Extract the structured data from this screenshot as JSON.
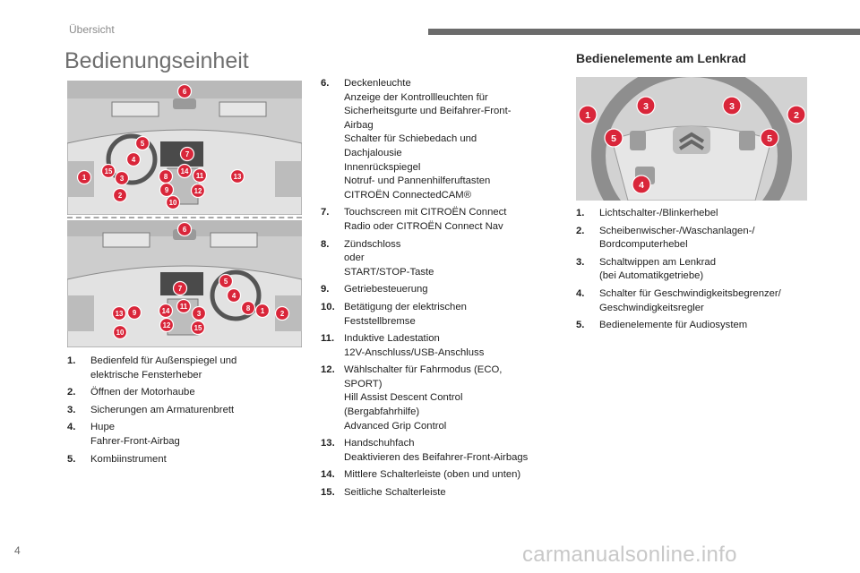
{
  "header": {
    "section": "Übersicht"
  },
  "page": {
    "title": "Bedienungseinheit",
    "number": "4"
  },
  "illustrations": {
    "lhd_badges": [
      "6",
      "5",
      "7",
      "4",
      "15",
      "8",
      "14",
      "11",
      "1",
      "3",
      "9",
      "12",
      "13",
      "2",
      "10"
    ],
    "rhd_badges": [
      "6",
      "5",
      "7",
      "4",
      "8",
      "14",
      "11",
      "3",
      "13",
      "9",
      "12",
      "15",
      "1",
      "2",
      "10"
    ],
    "wheel_badges": [
      "1",
      "3",
      "3",
      "2",
      "5",
      "5",
      "4"
    ]
  },
  "list_a": [
    {
      "num": "1.",
      "text": "Bedienfeld für Außenspiegel und\nelektrische Fensterheber"
    },
    {
      "num": "2.",
      "text": "Öffnen der Motorhaube"
    },
    {
      "num": "3.",
      "text": "Sicherungen am Armaturenbrett"
    },
    {
      "num": "4.",
      "text": "Hupe\nFahrer-Front-Airbag"
    },
    {
      "num": "5.",
      "text": "Kombiinstrument"
    }
  ],
  "list_b": [
    {
      "num": "6.",
      "text": "Deckenleuchte\nAnzeige der Kontrollleuchten für\nSicherheitsgurte und Beifahrer-Front-\nAirbag\nSchalter für Schiebedach und\nDachjalousie\nInnenrückspiegel\nNotruf- und Pannenhilferuftasten\nCITROËN ConnectedCAM®"
    },
    {
      "num": "7.",
      "text": "Touchscreen mit CITROËN Connect\nRadio oder CITROËN Connect Nav"
    },
    {
      "num": "8.",
      "text": "Zündschloss\noder\nSTART/STOP-Taste"
    },
    {
      "num": "9.",
      "text": "Getriebesteuerung"
    },
    {
      "num": "10.",
      "text": "Betätigung der elektrischen\nFeststellbremse"
    },
    {
      "num": "11.",
      "text": "Induktive Ladestation\n12V-Anschluss/USB-Anschluss"
    },
    {
      "num": "12.",
      "text": "Wählschalter für Fahrmodus (ECO,\nSPORT)\nHill Assist Descent Control\n(Bergabfahrhilfe)\nAdvanced Grip Control"
    },
    {
      "num": "13.",
      "text": "Handschuhfach\nDeaktivieren des Beifahrer-Front-Airbags"
    },
    {
      "num": "14.",
      "text": "Mittlere Schalterleiste (oben und unten)"
    },
    {
      "num": "15.",
      "text": "Seitliche Schalterleiste"
    }
  ],
  "steering": {
    "heading": "Bedienelemente am Lenkrad",
    "items": [
      {
        "num": "1.",
        "text": "Lichtschalter-/Blinkerhebel"
      },
      {
        "num": "2.",
        "text": "Scheibenwischer-/Waschanlagen-/\nBordcomputerhebel"
      },
      {
        "num": "3.",
        "text": "Schaltwippen am Lenkrad\n(bei Automatikgetriebe)"
      },
      {
        "num": "4.",
        "text": "Schalter für Geschwindigkeitsbegrenzer/\nGeschwindigkeitsregler"
      },
      {
        "num": "5.",
        "text": "Bedienelemente für Audiosystem"
      }
    ]
  },
  "footer": {
    "watermark": "carmanualsonline.info"
  },
  "colors": {
    "badge": "#d9263a",
    "accent_bar": "#6b6b6b"
  }
}
